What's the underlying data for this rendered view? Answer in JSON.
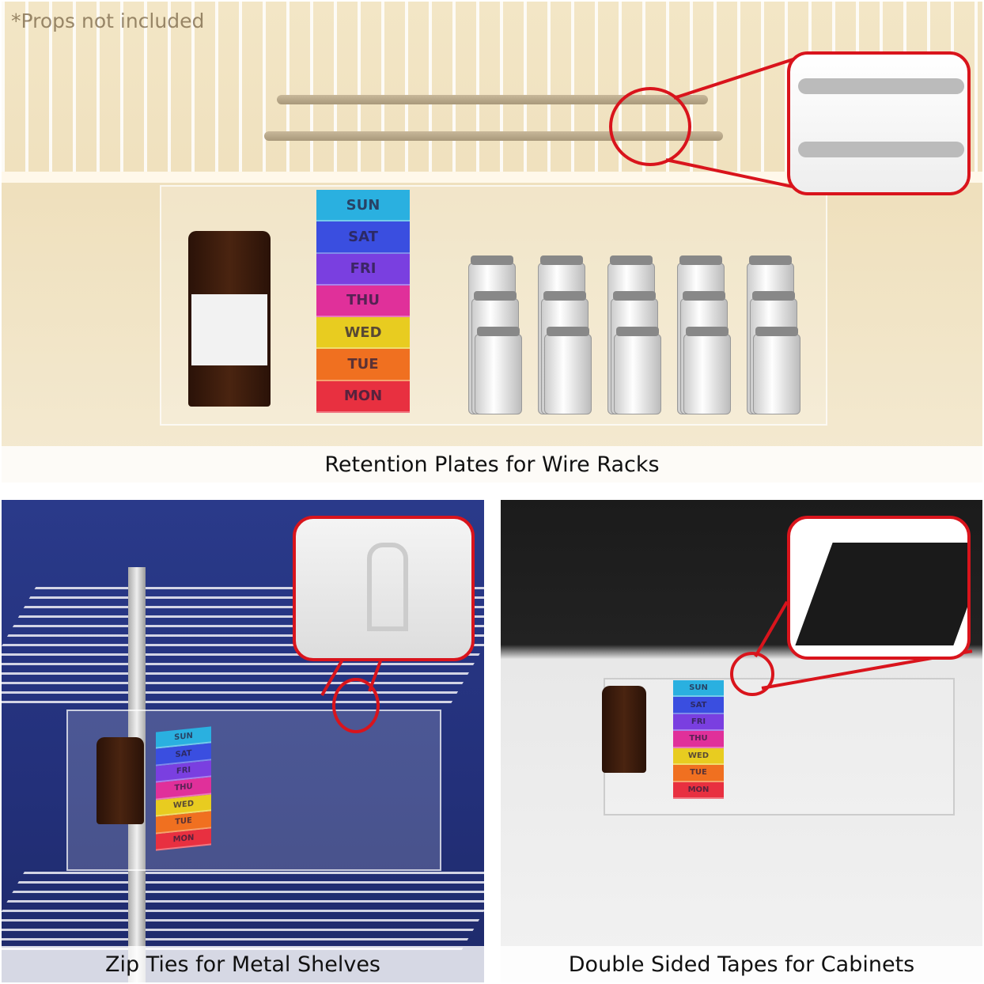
{
  "top_panel": {
    "note": "*Props not included",
    "caption": "Retention Plates for Wire Racks",
    "pill_days": [
      "SUN",
      "SAT",
      "FRI",
      "THU",
      "WED",
      "TUE",
      "MON"
    ]
  },
  "bottom_left_panel": {
    "caption": "Zip Ties for Metal Shelves",
    "pill_days": [
      "SUN",
      "SAT",
      "FRI",
      "THU",
      "WED",
      "TUE",
      "MON"
    ]
  },
  "bottom_right_panel": {
    "caption": "Double Sided Tapes for Cabinets",
    "pill_days": [
      "SUN",
      "SAT",
      "FRI",
      "THU",
      "WED",
      "TUE",
      "MON"
    ]
  },
  "colors": {
    "callout_red": "#d9141c",
    "SUN": "#2ab0e0",
    "SAT": "#3a4ee0",
    "FRI": "#7a3fe0",
    "THU": "#e0309a",
    "WED": "#e8cc20",
    "TUE": "#f07020",
    "MON": "#e83040"
  }
}
